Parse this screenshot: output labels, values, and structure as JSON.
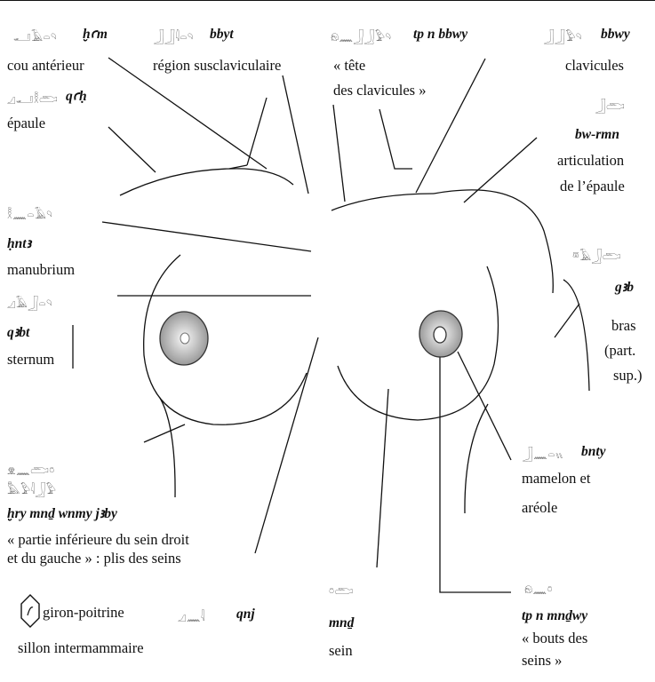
{
  "labels": {
    "hcm": {
      "glyphs": "𓂝𓄿𓏏𓄹",
      "translit": "ḫꜥm",
      "gloss": "cou antérieur"
    },
    "bbyt": {
      "glyphs": "𓃀𓃀𓇋𓏏𓄹",
      "translit": "bbyt",
      "gloss": "région susclaviculaire"
    },
    "tp_n_bbwy": {
      "glyphs": "𓁶𓈖𓃀𓃀𓅱𓄹",
      "translit": "tp n bbwy",
      "gloss_1": "« tête",
      "gloss_2": "des clavicules »"
    },
    "bbwy": {
      "glyphs": "𓃀𓃀𓅱𓄹",
      "translit": "bbwy",
      "gloss": "clavicules"
    },
    "qch": {
      "glyphs": "𓈎𓂝𓎛𓂧",
      "translit": "qꜥḥ",
      "gloss": "épaule"
    },
    "bw_rmn": {
      "glyphs": "𓃀𓂧",
      "translit": "bw-rmn",
      "gloss_1": "articulation",
      "gloss_2": "de l’épaule"
    },
    "hnt3": {
      "glyphs": "𓎛𓈖𓏏𓄿𓄹",
      "translit": "ḥntꜣ",
      "gloss": "manubrium"
    },
    "q3bt": {
      "glyphs": "𓈎𓄿𓃀𓏏𓄹",
      "translit": "qꜣbt",
      "gloss": "sternum"
    },
    "g3b": {
      "glyphs": "𓎼𓄿𓃀𓂧",
      "translit": "gꜣb",
      "gloss_1": "bras",
      "gloss_2": "(part.",
      "gloss_3": "sup.)"
    },
    "hry_mnd": {
      "glyphs_1": "𓁷𓈖𓂧𓏌",
      "glyphs_2": "𓅓𓅱𓇋𓃀𓅱",
      "translit": "ḫry mnḏ wnmy jꜣby",
      "gloss_1": "« partie inférieure du sein droit",
      "gloss_2": "et du gauche » : plis des seins"
    },
    "bnty": {
      "glyphs": "𓃀𓈖𓏏𓏭",
      "translit": "bnty",
      "gloss_1": "mamelon et",
      "gloss_2": "aréole"
    },
    "tp_n_mndwy": {
      "glyphs": "𓁶𓈖𓏌",
      "translit": "tp n mnḏwy",
      "gloss_1": "« bouts des",
      "gloss_2": "seins »"
    },
    "giron": {
      "glyphs": "𓄹",
      "gloss": "giron-poitrine",
      "glyphs_2": "𓈎𓈖𓇋",
      "translit": "qnj",
      "gloss_2": "sillon intermammaire"
    },
    "mnd": {
      "glyphs": "𓏌𓂧",
      "translit": "mnḏ",
      "gloss": "sein"
    }
  }
}
